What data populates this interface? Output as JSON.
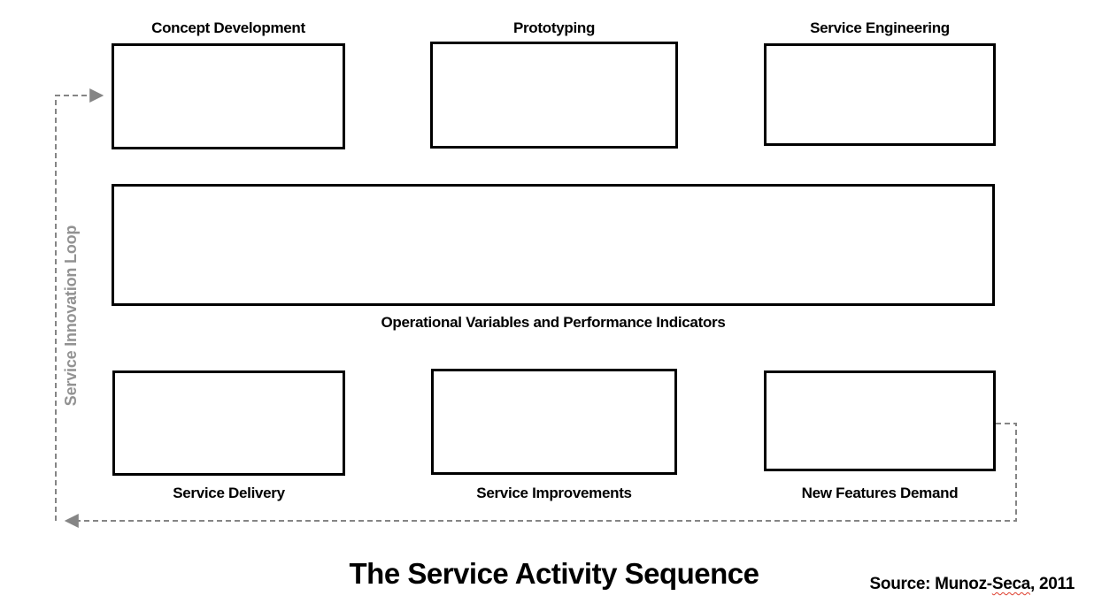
{
  "title": "The Service Activity Sequence",
  "source": {
    "prefix": "Source: Munoz-",
    "flagged_word": "Seca",
    "suffix": ", 2011"
  },
  "loop": {
    "label": "Service Innovation Loop"
  },
  "stages": {
    "top_row": [
      {
        "label": "Concept Development"
      },
      {
        "label": "Prototyping"
      },
      {
        "label": "Service Engineering"
      }
    ],
    "middle": {
      "label": "Operational Variables and Performance Indicators"
    },
    "bottom_row": [
      {
        "label": "Service Delivery"
      },
      {
        "label": "Service Improvements"
      },
      {
        "label": "New Features Demand"
      }
    ]
  },
  "colors": {
    "box-border": "#000000",
    "label-text": "#000000",
    "loop-line": "#858585",
    "loop-label-text": "#929292",
    "spellcheck-underline": "#dd3b2a"
  }
}
